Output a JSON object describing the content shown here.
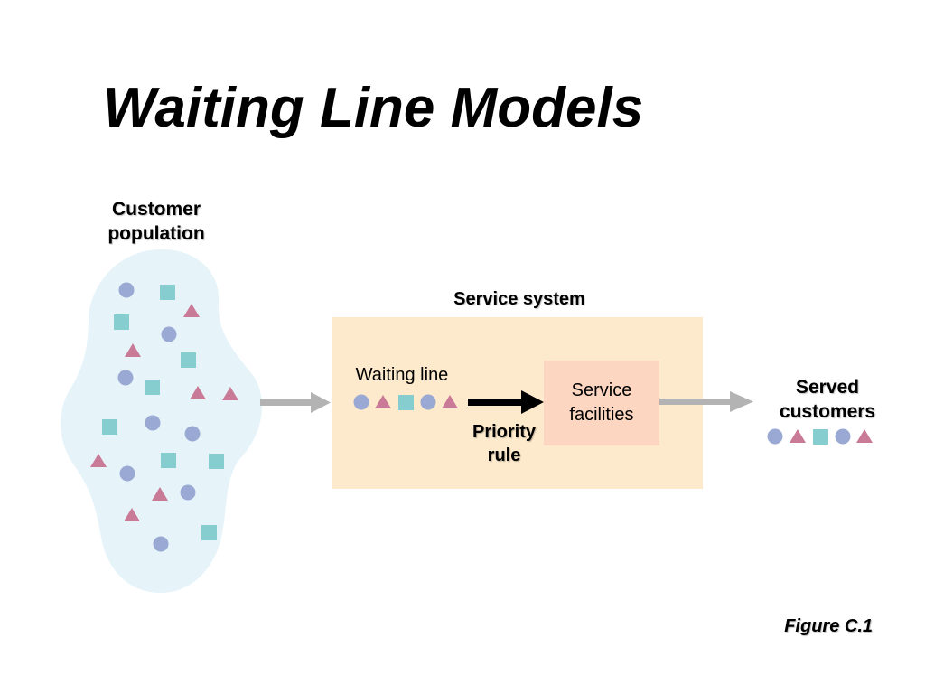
{
  "title": "Waiting Line Models",
  "customer_population": {
    "label_line1": "Customer",
    "label_line2": "population"
  },
  "service_system": {
    "label": "Service system",
    "waiting_line_label": "Waiting line",
    "priority_rule_line1": "Priority",
    "priority_rule_line2": "rule",
    "facilities_line1": "Service",
    "facilities_line2": "facilities"
  },
  "served_customers": {
    "label_line1": "Served",
    "label_line2": "customers"
  },
  "figure_label": "Figure C.1",
  "colors": {
    "circle": "#9aa8d4",
    "square": "#86cdd0",
    "triangle": "#c87a96",
    "cloud": "#e6f4fa",
    "service_system_fill": "#fde9cc",
    "facilities_fill": "#fcd6c0",
    "gray_arrow": "#b3b3b3",
    "black_arrow": "#000000"
  }
}
